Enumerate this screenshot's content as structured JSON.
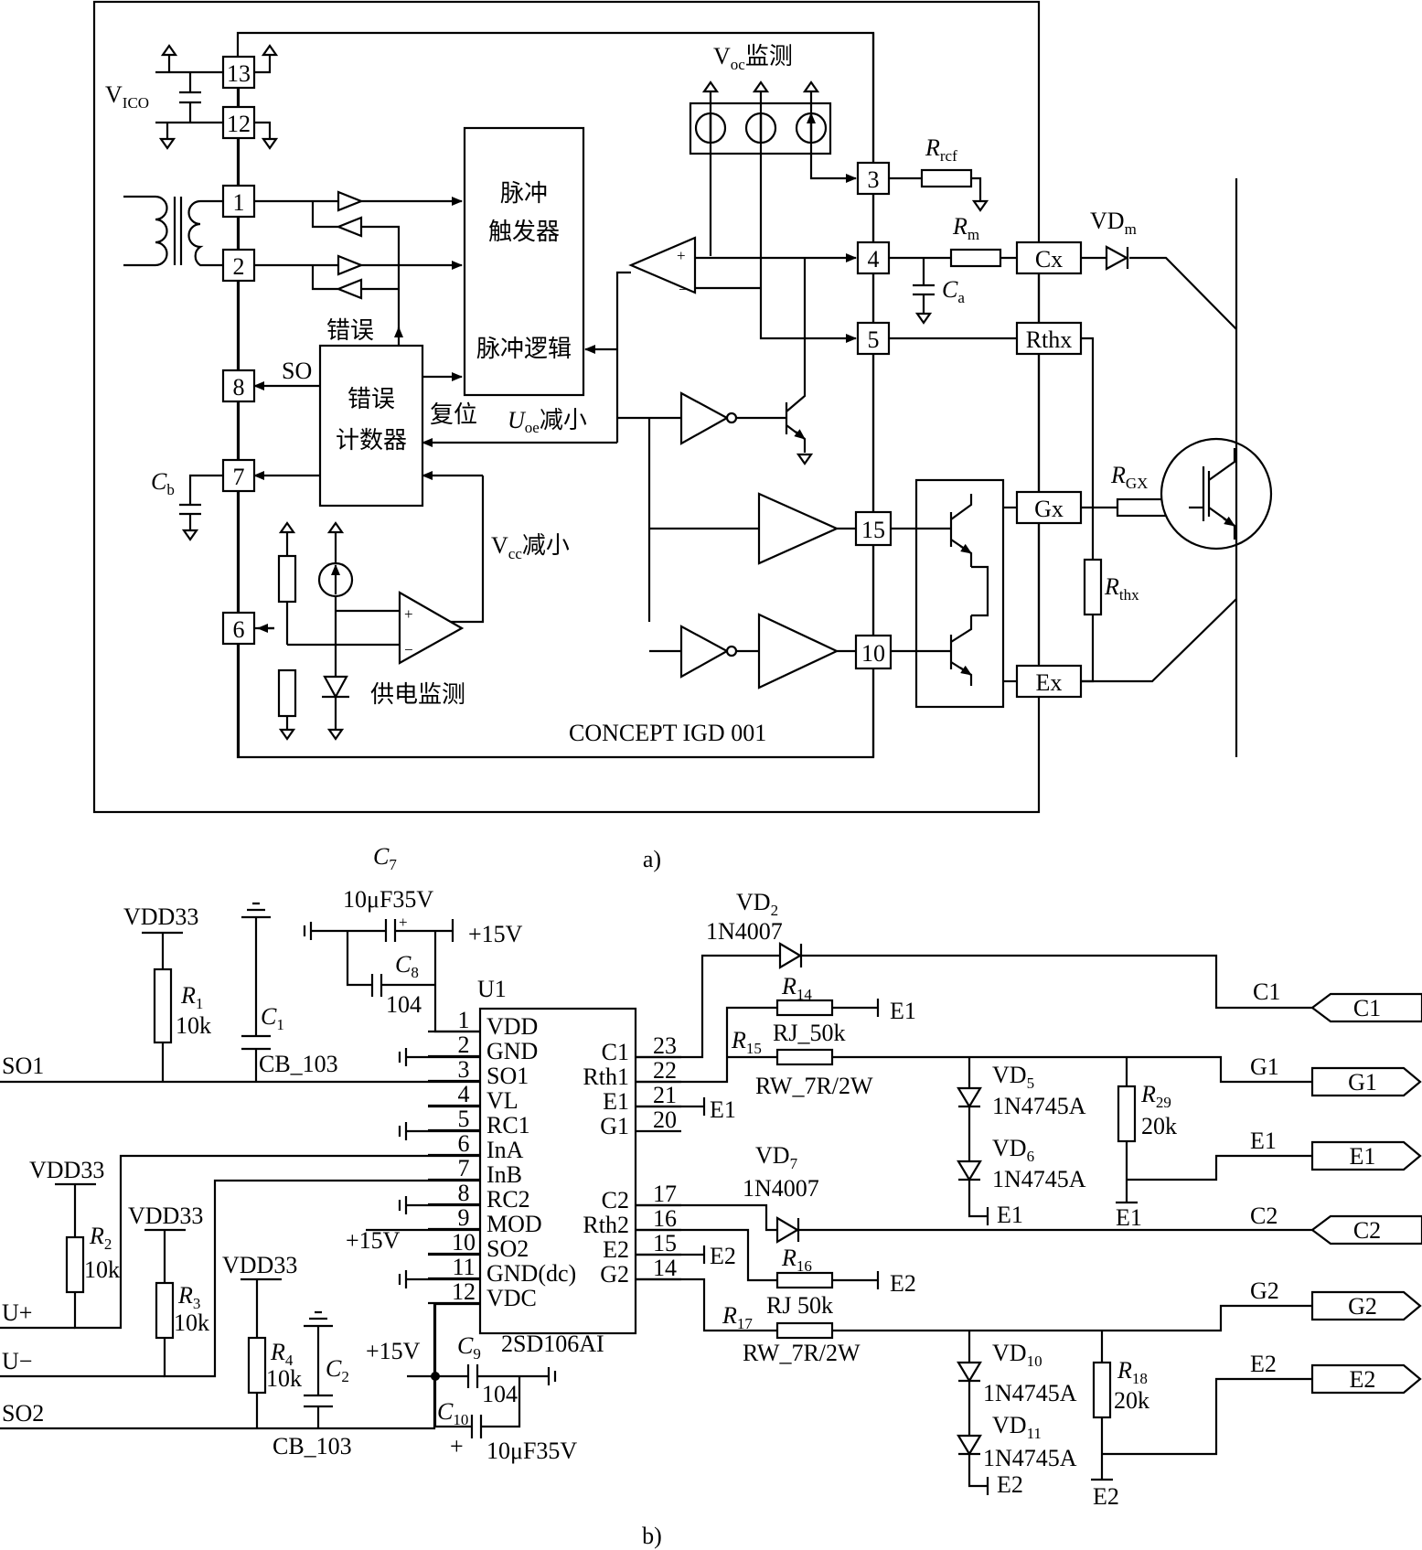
{
  "figure_a": {
    "caption": "a)",
    "chip_name": "CONCEPT  IGD  001",
    "pins": {
      "p13": "13",
      "p12": "12",
      "p1": "1",
      "p2": "2",
      "p8": "8",
      "p7": "7",
      "p6": "6",
      "p3": "3",
      "p4": "4",
      "p5": "5",
      "p15": "15",
      "p10": "10"
    },
    "ext_pins": {
      "cx": "Cx",
      "rthx": "Rthx",
      "gx": "Gx",
      "ex": "Ex"
    },
    "labels": {
      "vico": "V",
      "vico_sub": "ICO",
      "voc_main": "V",
      "voc_sub": "oc",
      "voc_rest": "监测",
      "pulse_trigger_1": "脉冲",
      "pulse_trigger_2": "触发器",
      "pulse_logic": "脉冲逻辑",
      "error_label": "错误",
      "so_label": "SO",
      "error_counter_1": "错误",
      "error_counter_2": "计数器",
      "reset_label": "复位",
      "uoe_main": "U",
      "uoe_sub": "oe",
      "uoe_rest": "减小",
      "cb_main": "C",
      "cb_sub": "b",
      "vcc_main": "V",
      "vcc_sub": "cc",
      "vcc_rest": "减小",
      "supply_monitor": "供电监测",
      "rrcf_main": "R",
      "rrcf_sub": "rcf",
      "rm_main": "R",
      "rm_sub": "m",
      "ca_main": "C",
      "ca_sub": "a",
      "vdm_main": "VD",
      "vdm_sub": "m",
      "rgx_main": "R",
      "rgx_sub": "GX",
      "rthx_main": "R",
      "rthx_sub": "thx"
    }
  },
  "figure_b": {
    "caption": "b)",
    "ic": {
      "name": "U1",
      "part": "2SD106AI",
      "left_pins": [
        {
          "num": "1",
          "name": "VDD"
        },
        {
          "num": "2",
          "name": "GND"
        },
        {
          "num": "3",
          "name": "SO1"
        },
        {
          "num": "4",
          "name": "VL"
        },
        {
          "num": "5",
          "name": "RC1"
        },
        {
          "num": "6",
          "name": "InA"
        },
        {
          "num": "7",
          "name": "InB"
        },
        {
          "num": "8",
          "name": "RC2"
        },
        {
          "num": "9",
          "name": "MOD"
        },
        {
          "num": "10",
          "name": "SO2"
        },
        {
          "num": "11",
          "name": "GND(dc)"
        },
        {
          "num": "12",
          "name": "VDC"
        }
      ],
      "right_pins": [
        {
          "num": "23",
          "name": "C1"
        },
        {
          "num": "22",
          "name": "Rth1"
        },
        {
          "num": "21",
          "name": "E1"
        },
        {
          "num": "20",
          "name": "G1"
        },
        {
          "num": "17",
          "name": "C2"
        },
        {
          "num": "16",
          "name": "Rth2"
        },
        {
          "num": "15",
          "name": "E2"
        },
        {
          "num": "14",
          "name": "G2"
        }
      ]
    },
    "nets": {
      "vdd33": "VDD33",
      "p15v": "+15V",
      "so1": "SO1",
      "so2": "SO2",
      "uplus": "U+",
      "uminus": "U−",
      "e1": "E1",
      "e2": "E2",
      "c1": "C1",
      "g1": "G1",
      "c2": "C2",
      "g2": "G2",
      "plus": "+"
    },
    "connectors": [
      "C1",
      "G1",
      "E1",
      "C2",
      "G2",
      "E2"
    ],
    "components": {
      "c7": {
        "ref": "C",
        "sub": "7",
        "value": "10μF35V"
      },
      "c8": {
        "ref": "C",
        "sub": "8",
        "value": "104"
      },
      "c9": {
        "ref": "C",
        "sub": "9",
        "value": "104"
      },
      "c10": {
        "ref": "C",
        "sub": "10",
        "value": "10μF35V"
      },
      "c1": {
        "ref": "C",
        "sub": "1",
        "value": "CB_103"
      },
      "c2": {
        "ref": "C",
        "sub": "2",
        "value": "CB_103"
      },
      "r1": {
        "ref": "R",
        "sub": "1",
        "value": "10k"
      },
      "r2": {
        "ref": "R",
        "sub": "2",
        "value": "10k"
      },
      "r3": {
        "ref": "R",
        "sub": "3",
        "value": "10k"
      },
      "r4": {
        "ref": "R",
        "sub": "4",
        "value": "10k"
      },
      "r14": {
        "ref": "R",
        "sub": "14",
        "value": "RJ_50k"
      },
      "r15": {
        "ref": "R",
        "sub": "15",
        "value": "RW_7R/2W"
      },
      "r16": {
        "ref": "R",
        "sub": "16",
        "value": "RJ 50k"
      },
      "r17": {
        "ref": "R",
        "sub": "17",
        "value": "RW_7R/2W"
      },
      "r29": {
        "ref": "R",
        "sub": "29",
        "value": "20k"
      },
      "r18": {
        "ref": "R",
        "sub": "18",
        "value": "20k"
      },
      "vd2": {
        "ref": "VD",
        "sub": "2",
        "value": "1N4007"
      },
      "vd7": {
        "ref": "VD",
        "sub": "7",
        "value": "1N4007"
      },
      "vd5": {
        "ref": "VD",
        "sub": "5",
        "value": "1N4745A"
      },
      "vd6": {
        "ref": "VD",
        "sub": "6",
        "value": "1N4745A"
      },
      "vd10": {
        "ref": "VD",
        "sub": "10",
        "value": "1N4745A"
      },
      "vd11": {
        "ref": "VD",
        "sub": "11",
        "value": "1N4745A"
      }
    }
  }
}
